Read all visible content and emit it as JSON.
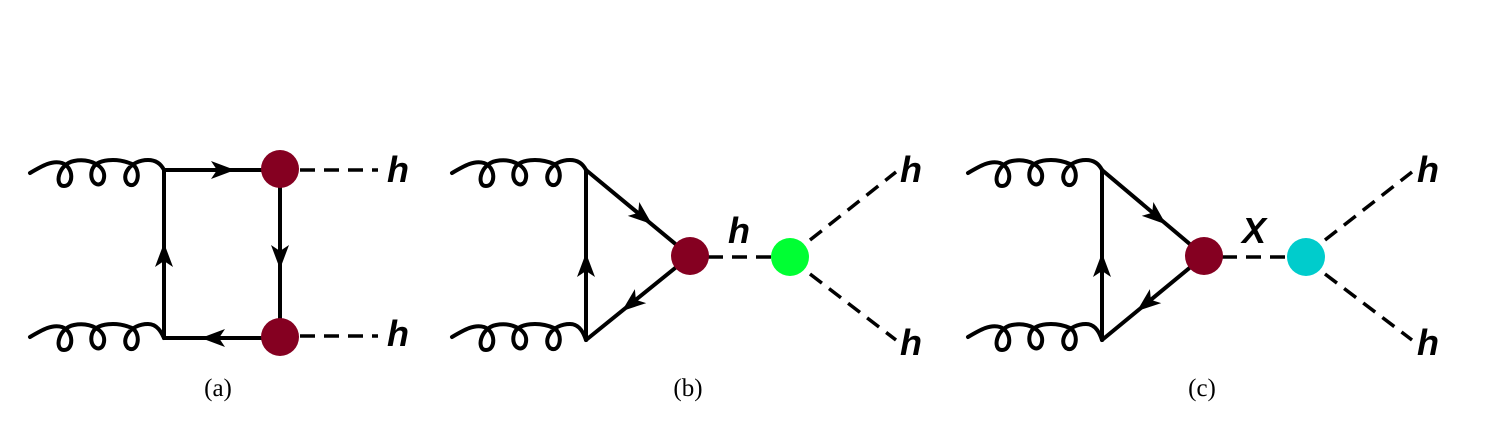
{
  "colors": {
    "vertex_dark_red": "#850021",
    "vertex_green": "#00ff33",
    "vertex_cyan": "#00cccc",
    "line": "#000000"
  },
  "diagrams": [
    {
      "caption": "(a)",
      "labels": {
        "higgs_top": "h",
        "higgs_bottom": "h"
      }
    },
    {
      "caption": "(b)",
      "labels": {
        "mediator": "h",
        "higgs_top": "h",
        "higgs_bottom": "h"
      }
    },
    {
      "caption": "(c)",
      "labels": {
        "mediator": "X",
        "higgs_top": "h",
        "higgs_bottom": "h"
      }
    }
  ]
}
